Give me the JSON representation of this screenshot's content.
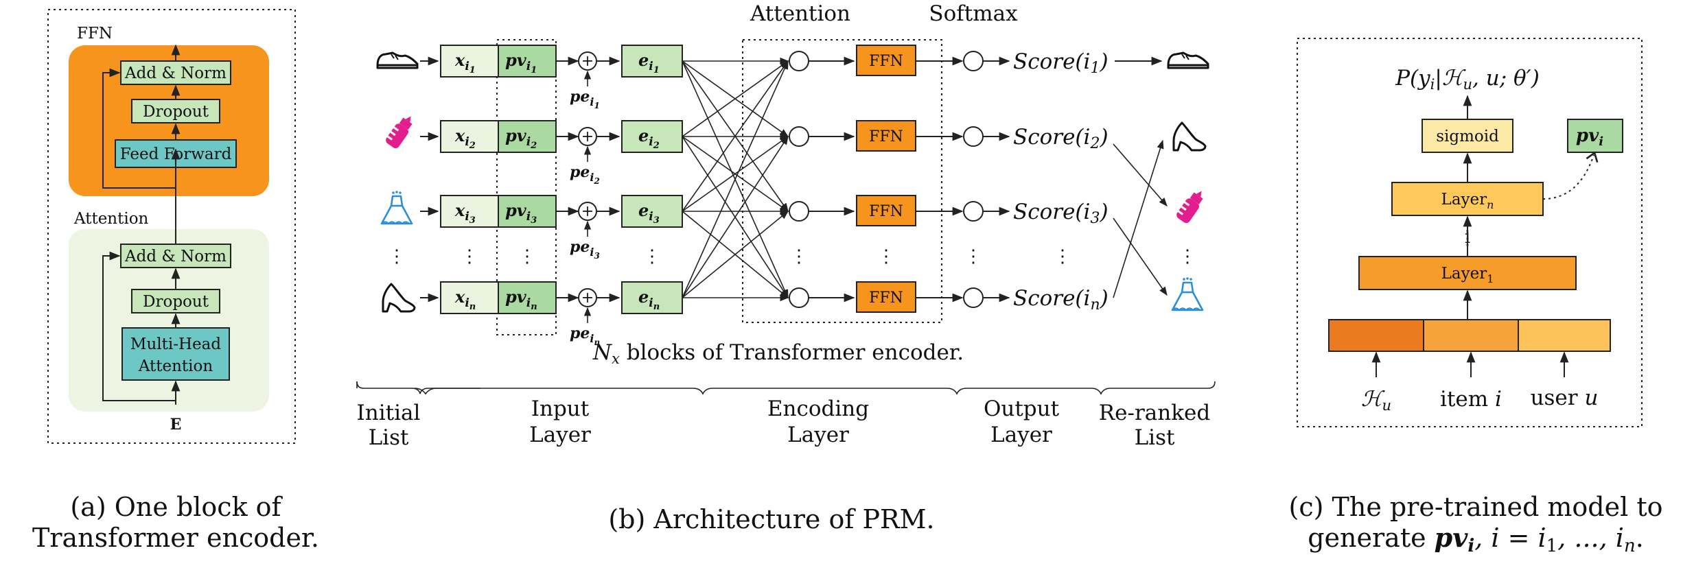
{
  "panel_a": {
    "ffn_title": "FFN",
    "attention_title": "Attention",
    "add_norm": "Add & Norm",
    "dropout": "Dropout",
    "feed_forward": "Feed Forward",
    "mha_line1": "Multi-Head",
    "mha_line2": "Attention",
    "input_e": "E",
    "caption_line1": "(a) One block of",
    "caption_line2": "Transformer encoder.",
    "colors": {
      "ffn_bg": "#f7941d",
      "attn_bg": "#edf4e2",
      "cell_green": "#c7e6b9",
      "cell_teal": "#6dc7c5"
    }
  },
  "panel_b": {
    "header_attention": "Attention",
    "header_softmax": "Softmax",
    "rows": [
      {
        "x": "x",
        "pv": "pv",
        "pe": "pe",
        "e": "e",
        "sub": "i",
        "subsub": "1",
        "ffn": "FFN",
        "score": "Score(i",
        "score_sub": "1",
        "score_close": ")"
      },
      {
        "x": "x",
        "pv": "pv",
        "pe": "pe",
        "e": "e",
        "sub": "i",
        "subsub": "2",
        "ffn": "FFN",
        "score": "Score(i",
        "score_sub": "2",
        "score_close": ")"
      },
      {
        "x": "x",
        "pv": "pv",
        "pe": "pe",
        "e": "e",
        "sub": "i",
        "subsub": "3",
        "ffn": "FFN",
        "score": "Score(i",
        "score_sub": "3",
        "score_close": ")"
      },
      {
        "x": "x",
        "pv": "pv",
        "pe": "pe",
        "e": "e",
        "sub": "i",
        "subsub": "n",
        "ffn": "FFN",
        "score": "Score(i",
        "score_sub": "n",
        "score_close": ")"
      }
    ],
    "ellipsis": "⋮",
    "nx_symbol": "N",
    "nx_sub": "x",
    "nx_text": " blocks of Transformer encoder.",
    "sections": [
      {
        "line1": "Initial",
        "line2": "List"
      },
      {
        "line1": "Input",
        "line2": "Layer"
      },
      {
        "line1": "Encoding",
        "line2": "Layer"
      },
      {
        "line1": "Output",
        "line2": "Layer"
      },
      {
        "line1": "Re-ranked",
        "line2": "List"
      }
    ],
    "caption": "(b) Architecture of PRM.",
    "initial_items": [
      "sneaker-icon",
      "bottle-icon",
      "dress-icon",
      "heel-icon"
    ],
    "reranked_items": [
      "sneaker-icon",
      "heel-icon",
      "bottle-icon",
      "dress-icon"
    ],
    "colors": {
      "x_cell": "#eaf4df",
      "pv_cell": "#aad9a1",
      "e_cell": "#c7e6b9",
      "ffn": "#f7941d",
      "bottle": "#e21e8f",
      "dress": "#2a8fd8"
    }
  },
  "panel_c": {
    "prob_label": "P(y",
    "prob_sub": "i",
    "prob_rest": "|ℋ",
    "prob_sub2": "u",
    "prob_tail": ", u; θ′)",
    "sigmoid": "sigmoid",
    "pv": "pv",
    "pv_sub": "i",
    "layer_n": "Layer",
    "layer_n_sub": "n",
    "layer_1": "Layer",
    "layer_1_sub": "1",
    "input_h": "ℋ",
    "input_h_sub": "u",
    "input_item": "item ",
    "input_item_var": "i",
    "input_user": "user ",
    "input_user_var": "u",
    "caption_line1": "(c) The pre-trained model to",
    "caption_line2_a": "generate ",
    "caption_line2_pv": "pv",
    "caption_line2_sub": "i",
    "caption_line2_b": ", i = i",
    "caption_line2_s1": "1",
    "caption_line2_c": ", ..., i",
    "caption_line2_sn": "n",
    "caption_line2_d": ".",
    "colors": {
      "sigmoid": "#fde9a6",
      "layer_n": "#fdc95a",
      "layer_1": "#f59c2a",
      "in1": "#ec7a1e",
      "in2": "#f5a33a",
      "in3": "#fdc35a",
      "pv_box": "#aad9a1"
    }
  }
}
